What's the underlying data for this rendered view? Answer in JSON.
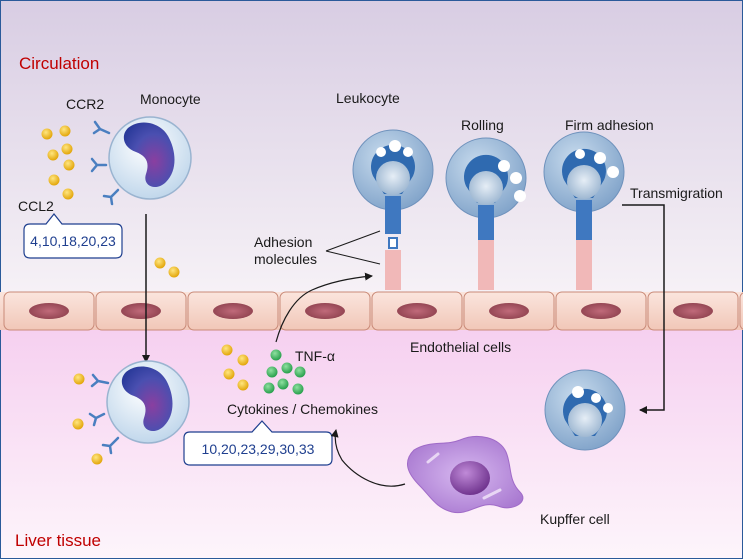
{
  "labels": {
    "circulation": "Circulation",
    "liver_tissue": "Liver tissue",
    "monocyte": "Monocyte",
    "ccr2": "CCR2",
    "ccl2": "CCL2",
    "ccl2_refs": "4,10,18,20,23",
    "leukocyte": "Leukocyte",
    "rolling": "Rolling",
    "firm_adhesion": "Firm adhesion",
    "transmigration": "Transmigration",
    "adhesion_line1": "Adhesion",
    "adhesion_line2": "molecules",
    "endothelial_cells": "Endothelial cells",
    "tnf": "TNF-α",
    "cytokines": "Cytokines / Chemokines",
    "cytokine_refs": "10,20,23,29,30,33",
    "kupffer_cell": "Kupffer cell"
  },
  "colors": {
    "region_label": "#c00000",
    "ref_box_text": "#1f3f8f",
    "tnf_dots": "#2fb55a",
    "chemokine_dots": "#f0b400",
    "receptor": "#4a7fc0",
    "kupffer": "#b48ad8"
  }
}
